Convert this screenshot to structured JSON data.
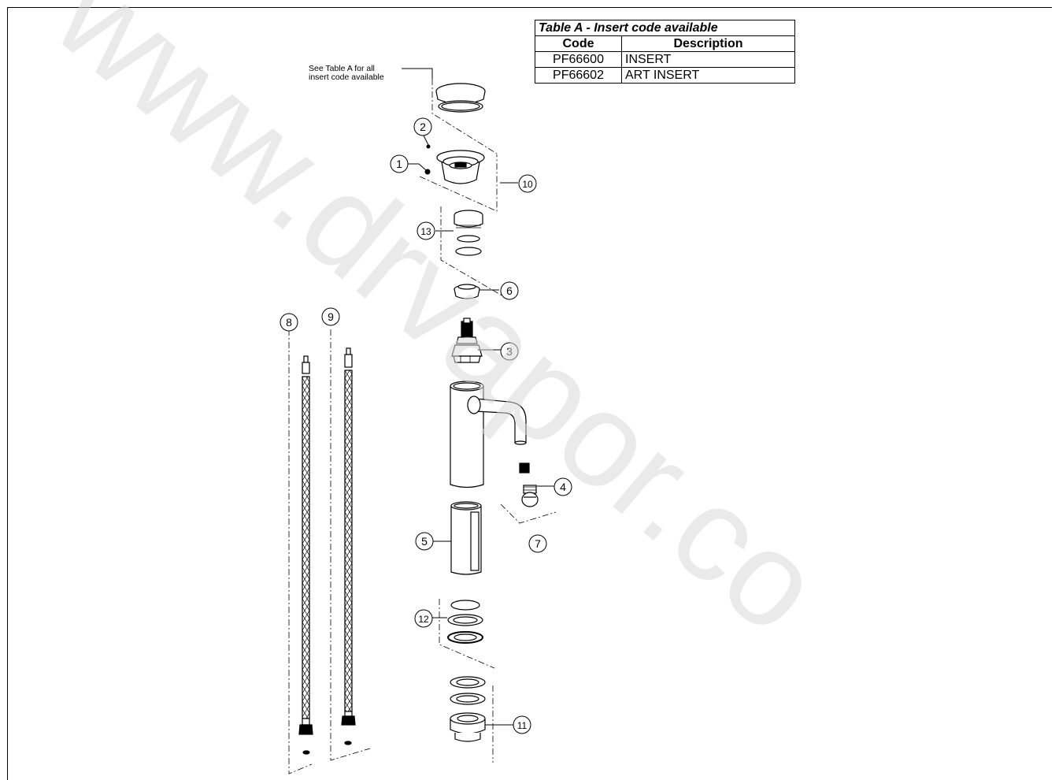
{
  "note": {
    "line1": "See Table A for all",
    "line2": "insert code available"
  },
  "table_a": {
    "title": "Table A - Insert code available",
    "headers": [
      "Code",
      "Description"
    ],
    "rows": [
      {
        "code": "PF66600",
        "description": "INSERT"
      },
      {
        "code": "PF66602",
        "description": "ART INSERT"
      }
    ]
  },
  "callouts": [
    "1",
    "2",
    "3",
    "4",
    "5",
    "6",
    "7",
    "8",
    "9",
    "10",
    "11",
    "12",
    "13"
  ],
  "watermark": {
    "text": "www.drvapor.co"
  }
}
